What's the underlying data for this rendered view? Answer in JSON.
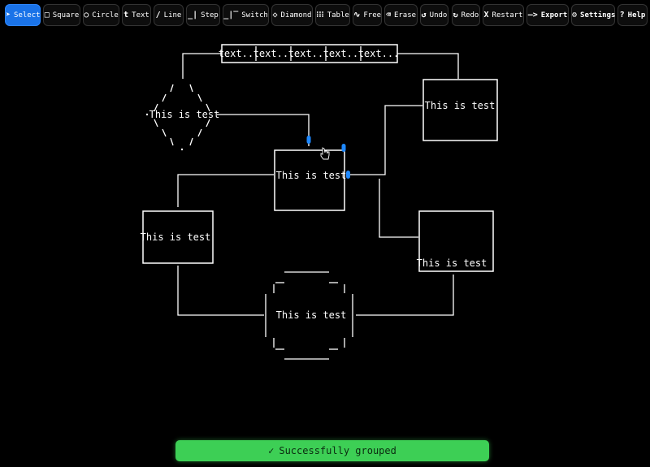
{
  "toolbar": {
    "tools": [
      {
        "icon": "➤",
        "label": "Select"
      },
      {
        "icon": "□",
        "label": "Square"
      },
      {
        "icon": "○",
        "label": "Circle"
      },
      {
        "icon": "t",
        "label": "Text"
      },
      {
        "icon": "/",
        "label": "Line"
      },
      {
        "icon": "_|",
        "label": "Step"
      },
      {
        "icon": "_|‾",
        "label": "Switch"
      },
      {
        "icon": "◇",
        "label": "Diamond"
      },
      {
        "icon": "⁝⁝⁝",
        "label": "Table"
      },
      {
        "icon": "∿",
        "label": "Free"
      },
      {
        "icon": "⌫",
        "label": "Erase"
      },
      {
        "icon": "↺",
        "label": "Undo"
      },
      {
        "icon": "↻",
        "label": "Redo"
      },
      {
        "icon": "X",
        "label": "Restart"
      },
      {
        "icon": "—>",
        "label": "Export"
      },
      {
        "icon": "⚙",
        "label": "Settings"
      },
      {
        "icon": "?",
        "label": "Help"
      }
    ]
  },
  "canvas": {
    "table_cells": [
      "text...",
      "text...",
      "text...",
      "text...",
      "text..."
    ],
    "diamond_label": "This is test",
    "box_top_right_label": "This is test",
    "box_center_label": "This is test",
    "box_left_label": "This is test",
    "box_bottom_right_label": "This is test",
    "octagon_label": "This is test"
  },
  "toast": {
    "icon": "✓",
    "message": "Successfully grouped"
  },
  "colors": {
    "accent": "#1a73e8",
    "success": "#3dcf55",
    "background": "#000000",
    "handle": "#1e88ff"
  }
}
